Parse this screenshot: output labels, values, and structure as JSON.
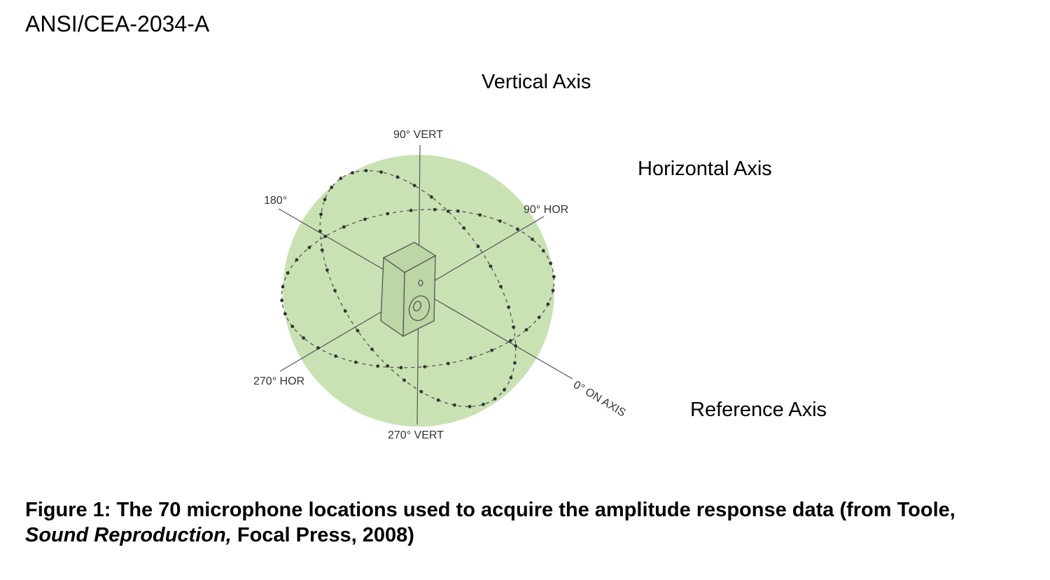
{
  "header": {
    "standard": "ANSI/CEA-2034-A"
  },
  "diagram": {
    "captions": {
      "vertical": "Vertical Axis",
      "horizontal": "Horizontal Axis",
      "reference": "Reference Axis"
    },
    "labels": {
      "vert_90": "90° VERT",
      "vert_270": "270° VERT",
      "hor_90": "90° HOR",
      "hor_270": "270° HOR",
      "back_180": "180°",
      "on_axis": "0° ON AXIS"
    },
    "colors": {
      "sphere": "#c9e2b4",
      "lines": "#555555",
      "dots": "#333333"
    },
    "microphone_count": 70
  },
  "figure_caption": {
    "prefix": "Figure 1:  The 70 microphone locations used to acquire the amplitude response data (from Toole, ",
    "book_title": "Sound Reproduction,",
    "suffix": " Focal Press, 2008)"
  }
}
